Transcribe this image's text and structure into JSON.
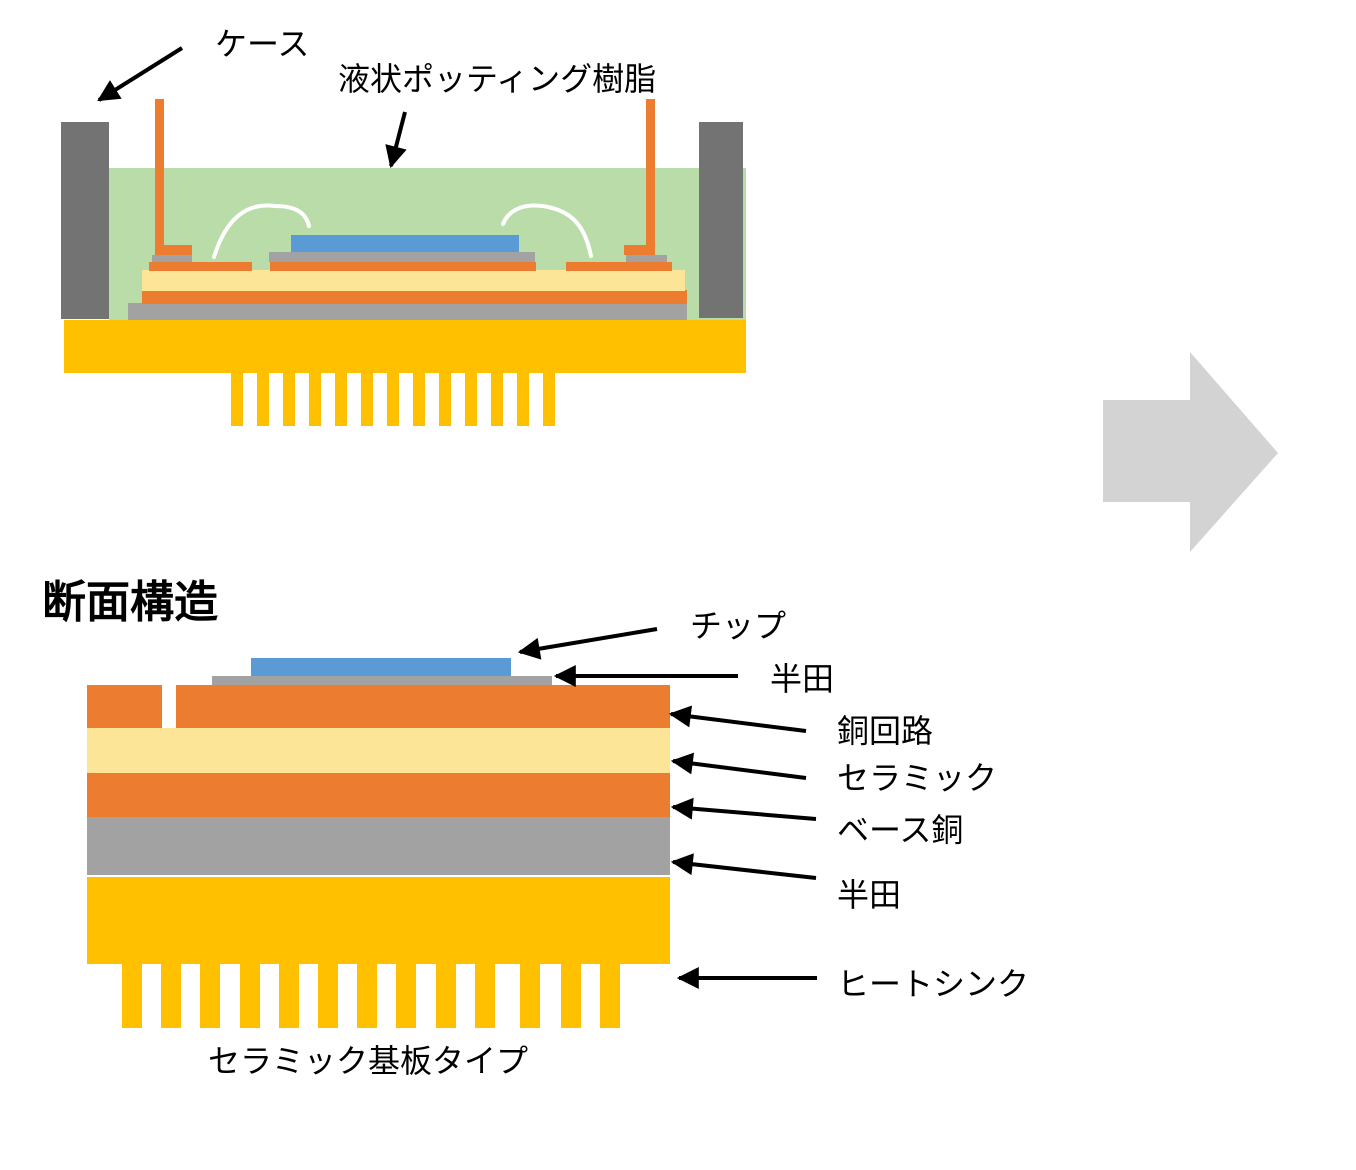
{
  "top_diagram": {
    "case_label": "ケース",
    "resin_label": "液状ポッティング樹脂"
  },
  "section_title": "断面構造",
  "cross_section": {
    "labels": {
      "chip": "チップ",
      "solder_top": "半田",
      "copper_circuit": "銅回路",
      "ceramic": "セラミック",
      "base_copper": "ベース銅",
      "solder_bottom": "半田",
      "heatsink": "ヒートシンク"
    },
    "caption": "セラミック基板タイプ"
  },
  "colors": {
    "case": "#737373",
    "resin": "#b9dca8",
    "copper": "#ec7c30",
    "ceramic": "#fde597",
    "solder": "#a2a2a2",
    "chip": "#5b9bd5",
    "heatsink": "#ffc000",
    "arrow": "#d3d3d3"
  }
}
